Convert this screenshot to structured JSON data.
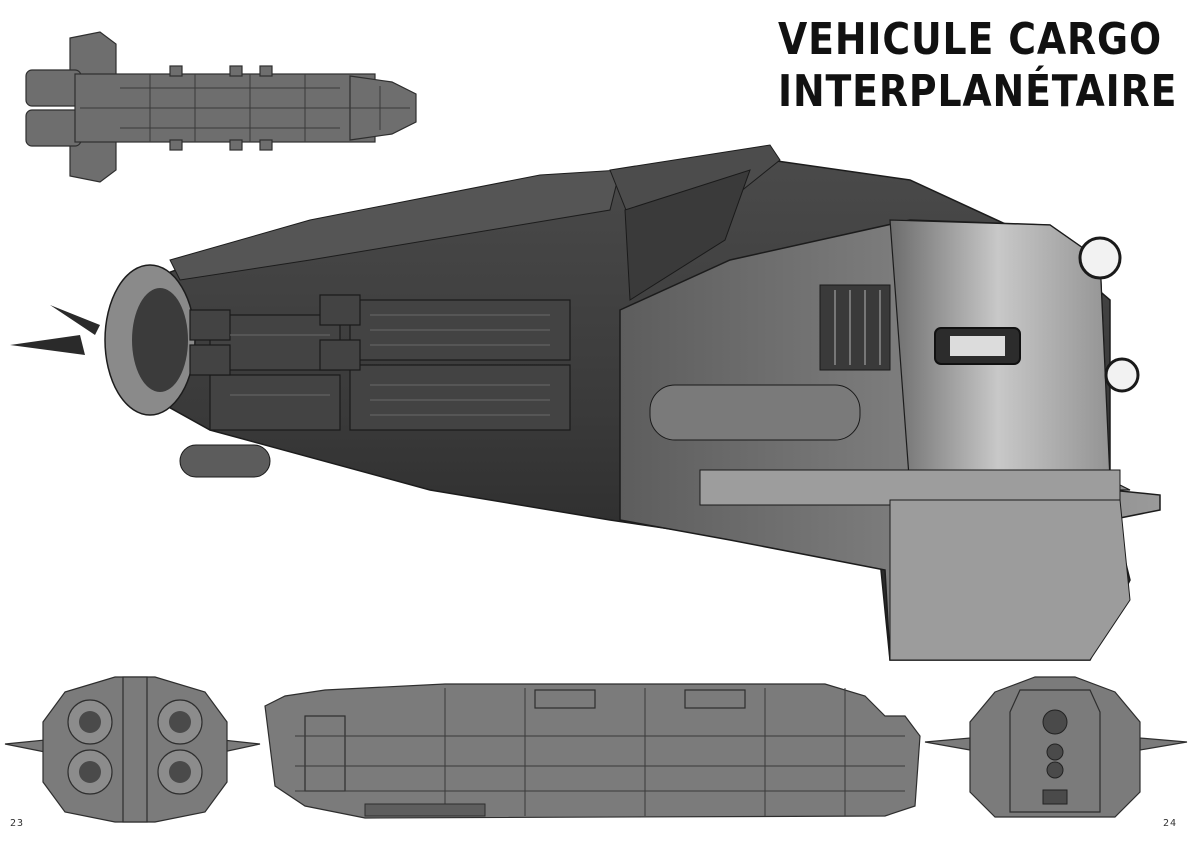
{
  "title": {
    "line1": "VEHICULE CARGO",
    "line2": "INTERPLANÉTAIRE"
  },
  "page_numbers": {
    "left": "23",
    "right": "24"
  },
  "colors": {
    "background": "#ffffff",
    "title": "#111111",
    "hull_dark": "#2b2b2b",
    "hull_mid": "#5a5a5a",
    "hull_light": "#8e8e8e",
    "blueprint": "#7b7b7b"
  }
}
